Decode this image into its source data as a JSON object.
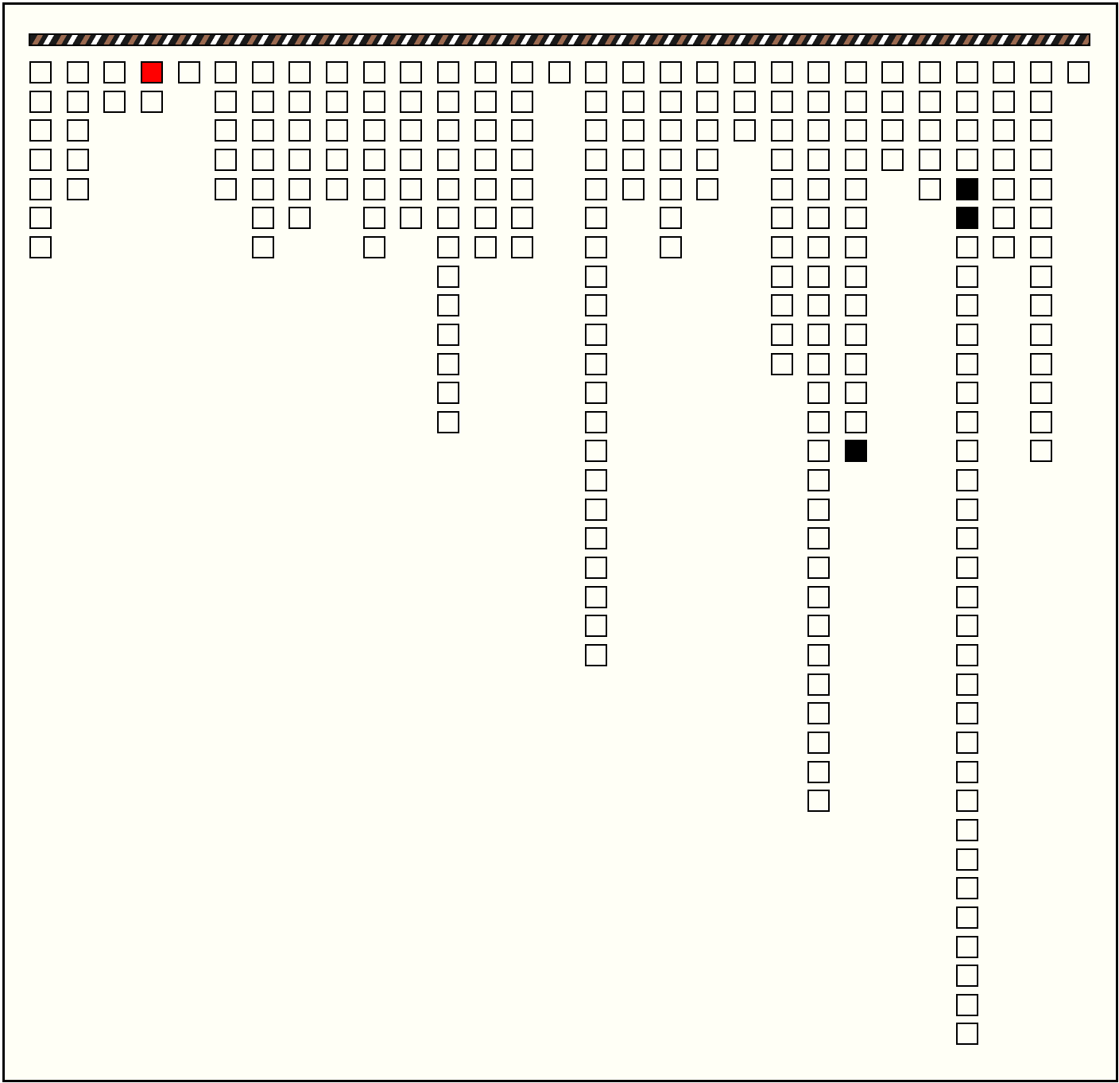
{
  "colors": {
    "board_bg": "#fffff6",
    "frame": "#000000",
    "cell_empty": "#fffff6",
    "cell_filled": "#000000",
    "cell_selected": "#ff0000",
    "rope_dark": "#1a1a1a",
    "rope_brown": "#9b6a50",
    "rope_light": "#ffffff"
  },
  "board": {
    "column_count": 29,
    "columns": [
      {
        "height": 7
      },
      {
        "height": 5
      },
      {
        "height": 2
      },
      {
        "height": 2,
        "selected": [
          0
        ]
      },
      {
        "height": 1
      },
      {
        "height": 5
      },
      {
        "height": 7
      },
      {
        "height": 6
      },
      {
        "height": 5
      },
      {
        "height": 7
      },
      {
        "height": 6
      },
      {
        "height": 13
      },
      {
        "height": 7
      },
      {
        "height": 7
      },
      {
        "height": 1
      },
      {
        "height": 21
      },
      {
        "height": 5
      },
      {
        "height": 7
      },
      {
        "height": 5
      },
      {
        "height": 3
      },
      {
        "height": 11
      },
      {
        "height": 26
      },
      {
        "height": 14,
        "filled": [
          13
        ]
      },
      {
        "height": 4
      },
      {
        "height": 5
      },
      {
        "height": 34,
        "filled": [
          4,
          5
        ]
      },
      {
        "height": 7
      },
      {
        "height": 14
      },
      {
        "height": 1
      }
    ]
  }
}
